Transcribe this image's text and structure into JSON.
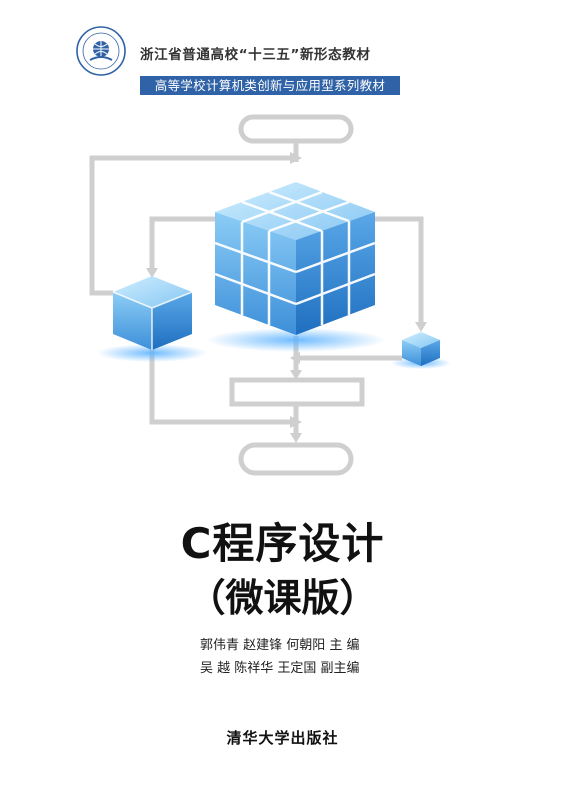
{
  "series": {
    "top_line": "浙江省普通高校“十三五”新形态教材",
    "band": "高等学校计算机类创新与应用型系列教材"
  },
  "book": {
    "title": "C程序设计",
    "subtitle": "（微课版）"
  },
  "authors": {
    "line1": "郭伟青  赵建锋  何朝阳  主    编",
    "line2": "吴    越  陈祥华  王定国  副主编"
  },
  "publisher": "清华大学出版社",
  "colors": {
    "band": "#2f62a6",
    "cube_light": "#7fc3f2",
    "cube_dark": "#2f84d6",
    "line": "#cfcfcf"
  }
}
